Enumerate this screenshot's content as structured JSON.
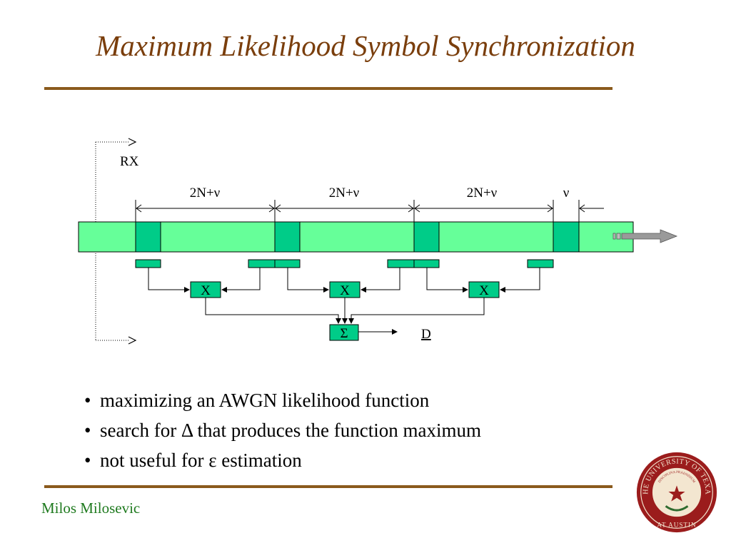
{
  "slide": {
    "title": "Maximum Likelihood Symbol Synchronization",
    "footer": "Milos Milosevic",
    "seal_text": "THE UNIVERSITY OF TEXAS AT AUSTIN",
    "seal_motto": "DISCIPLINA PRAESIDIUM CIVITATIS"
  },
  "diagram": {
    "rx_label": "RX",
    "segments": [
      {
        "label": "2N+ν"
      },
      {
        "label": "2N+ν"
      },
      {
        "label": "2N+ν"
      },
      {
        "label": "ν"
      }
    ],
    "multiplier_label": "X",
    "sum_label": "Σ",
    "output_label": "D"
  },
  "bullets": [
    "maximizing an AWGN likelihood function",
    "search for Δ that produces the function maximum",
    "not useful for ε estimation"
  ],
  "colors": {
    "title": "#7a3e0c",
    "rule": "#8a5a1c",
    "stream_fill": "#66ff99",
    "block_fill": "#00cc88",
    "footer": "#1f7a1f",
    "seal_red": "#9b1c1c"
  }
}
